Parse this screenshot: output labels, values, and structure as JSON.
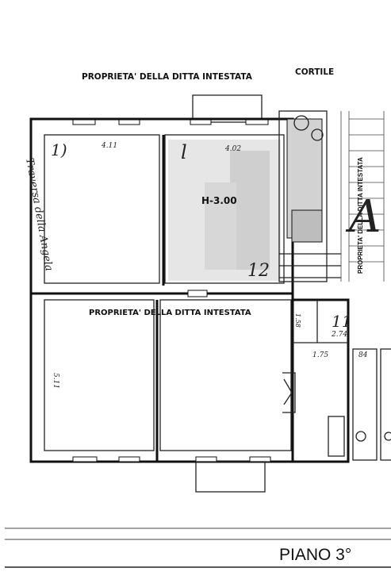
{
  "labels": {
    "top_neighbor": "PROPRIETA' DELLA DITTA INTESTATA",
    "courtyard": "CORTILE",
    "middle_neighbor": "PROPRIETA' DELLA DITTA INTESTATA",
    "right_neighbor": "PROPRIETA' DELLA DITTA INTESTATA",
    "street": "Traversa della Angela",
    "floor": "PIANO 3°",
    "height": "H-3.00",
    "unit_12": "12",
    "unit_11": "11",
    "unit_1": "1)",
    "room_l": "l",
    "letter_a": "A"
  },
  "dimensions": {
    "d_411": "4.11",
    "d_402": "4.02",
    "d_511": "5.11",
    "d_158": "1.58",
    "d_274": "2.74",
    "d_175": "1.75",
    "d_84": "84"
  }
}
